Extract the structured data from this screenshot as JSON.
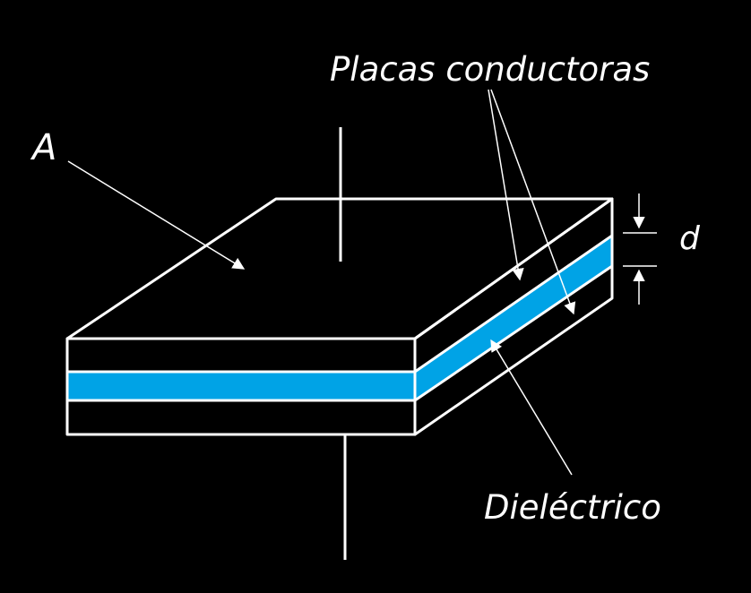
{
  "labels": {
    "area": "A",
    "plates": "Placas conductoras",
    "distance": "d",
    "dielectric": "Dieléctrico"
  },
  "colors": {
    "background": "#000000",
    "stroke": "#ffffff",
    "dielectric": "#00a3e6"
  }
}
